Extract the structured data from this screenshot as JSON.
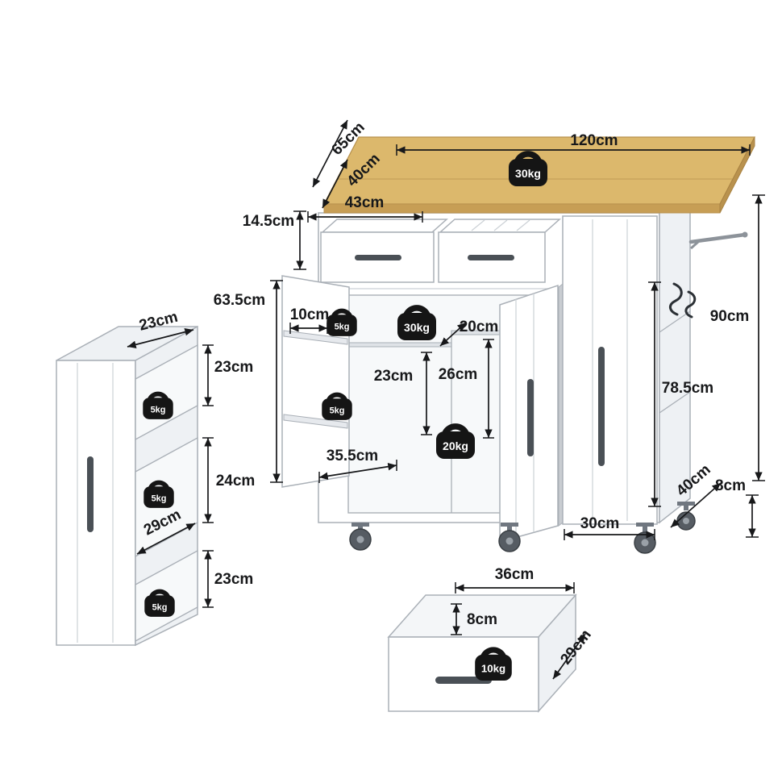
{
  "main_cart": {
    "top_width": "120cm",
    "top_depth": "65cm",
    "leaf_depth": "40cm",
    "top_capacity": "30kg",
    "drawer_width": "43cm",
    "drawer_height": "14.5cm",
    "door_height": "63.5cm",
    "door_shelf_depth": "10cm",
    "door_shelf_capacity_upper": "5kg",
    "door_shelf_capacity_lower": "5kg",
    "shelf_capacity": "30kg",
    "shelf_depth": "20cm",
    "compartment_left_height": "23cm",
    "compartment_right_height": "26cm",
    "bottom_capacity": "20kg",
    "left_section_width": "35.5cm",
    "right_door_width": "30cm",
    "total_height": "90cm",
    "side_rack_height": "78.5cm",
    "base_depth": "40cm",
    "wheel_height": "8cm"
  },
  "side_tower": {
    "top_depth": "23cm",
    "cubby1_height": "23cm",
    "cubby2_height": "24cm",
    "cubby3_height": "23cm",
    "shelf_depth": "29cm",
    "cubby1_capacity": "5kg",
    "cubby2_capacity": "5kg",
    "cubby3_capacity": "5kg"
  },
  "drawer_detail": {
    "width": "36cm",
    "height": "8cm",
    "depth": "29cm",
    "capacity": "10kg"
  }
}
